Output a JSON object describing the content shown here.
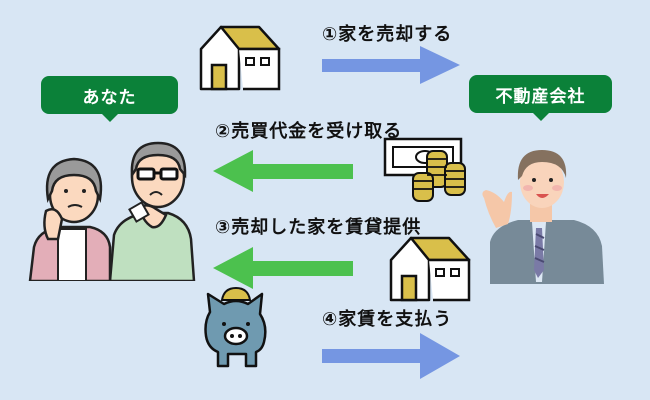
{
  "background_color": "#d8e6f4",
  "colors": {
    "badge_green": "#0b8139",
    "arrow_blue": "#7596e2",
    "arrow_green": "#4cc14e",
    "roof_yellow": "#d9bf4a",
    "piggy": "#6f9ab0"
  },
  "actors": {
    "you": {
      "label": "あなた"
    },
    "company": {
      "label": "不動産会社"
    }
  },
  "steps": [
    {
      "label": "①家を売却する",
      "direction": "right",
      "color": "blue",
      "icon": "house-icon"
    },
    {
      "label": "②売買代金を受け取る",
      "direction": "left",
      "color": "green",
      "icon": "cash-coins-icon"
    },
    {
      "label": "③売却した家を賃貸提供",
      "direction": "left",
      "color": "green",
      "icon": "house-icon"
    },
    {
      "label": "④家賃を支払う",
      "direction": "right",
      "color": "blue",
      "icon": "piggy-bank-icon"
    }
  ]
}
